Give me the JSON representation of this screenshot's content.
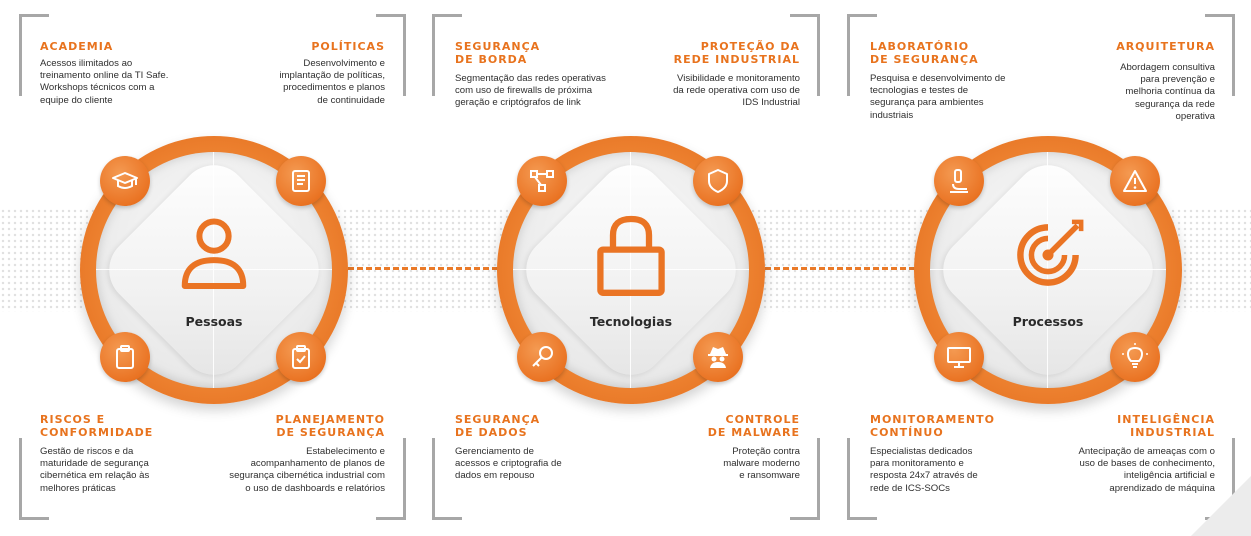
{
  "colors": {
    "accent": "#e8731e",
    "frame": "#a7a7a7",
    "text": "#2f2f2f"
  },
  "blocks": {
    "academia": {
      "title": "ACADEMIA",
      "text": "Acessos ilimitados ao\ntreinamento online da TI Safe.\nWorkshops técnicos com a\nequipe do cliente"
    },
    "politicas": {
      "title": "POLÍTICAS",
      "text": "Desenvolvimento e\nimplantação de políticas,\nprocedimentos e planos\nde continuidade"
    },
    "seg_borda": {
      "title": "SEGURANÇA\nDE BORDA",
      "text": "Segmentação das redes operativas\ncom uso de firewalls de próxima\ngeração e criptógrafos de link"
    },
    "protecao": {
      "title": "PROTEÇÃO DA\nREDE INDUSTRIAL",
      "text": "Visibilidade e monitoramento\nda rede operativa com uso de\nIDS Industrial"
    },
    "laboratorio": {
      "title": "LABORATÓRIO\nDE SEGURANÇA",
      "text": "Pesquisa e desenvolvimento de\ntecnologias e testes de\nsegurança para ambientes\nindustriais"
    },
    "arquitetura": {
      "title": "ARQUITETURA",
      "text": "Abordagem consultiva\npara prevenção e\nmelhoria contínua da\nsegurança da rede\noperativa"
    },
    "riscos": {
      "title": "RISCOS E\nCONFORMIDADE",
      "text": "Gestão de riscos e da\nmaturidade de segurança\ncibernética em relação às\nmelhores práticas"
    },
    "planejamento": {
      "title": "PLANEJAMENTO\nDE SEGURANÇA",
      "text": "Estabelecimento e\nacompanhamento de planos  de\nsegurança cibernética  industrial com\no uso de  dashboards e relatórios"
    },
    "seg_dados": {
      "title": "SEGURANÇA\nDE DADOS",
      "text": "Gerenciamento de\nacessos e criptografia de\ndados em repouso"
    },
    "malware": {
      "title": "CONTROLE\nDE MALWARE",
      "text": "Proteção contra\nmalware moderno\ne ransomware"
    },
    "monitoramento": {
      "title": "MONITORAMENTO\nCONTÍNUO",
      "text": "Especialistas dedicados\npara monitoramento e\nresposta 24x7 através de\nrede de ICS-SOCs"
    },
    "inteligencia": {
      "title": "INTELIGÊNCIA\nINDUSTRIAL",
      "text": "Antecipação de ameaças com o\nuso de bases de conhecimento,\ninteligência artificial e\naprendizado de máquina"
    }
  },
  "circles": [
    {
      "label": "Pessoas",
      "icon": "person-icon",
      "badges": [
        "graduation-cap-icon",
        "book-icon",
        "clipboard-icon",
        "clipboard-check-icon"
      ]
    },
    {
      "label": "Tecnologias",
      "icon": "padlock-icon",
      "badges": [
        "network-nodes-icon",
        "shield-icon",
        "key-icon",
        "spy-icon"
      ]
    },
    {
      "label": "Processos",
      "icon": "target-icon",
      "badges": [
        "microscope-icon",
        "warning-icon",
        "monitor-icon",
        "lightbulb-icon"
      ]
    }
  ]
}
